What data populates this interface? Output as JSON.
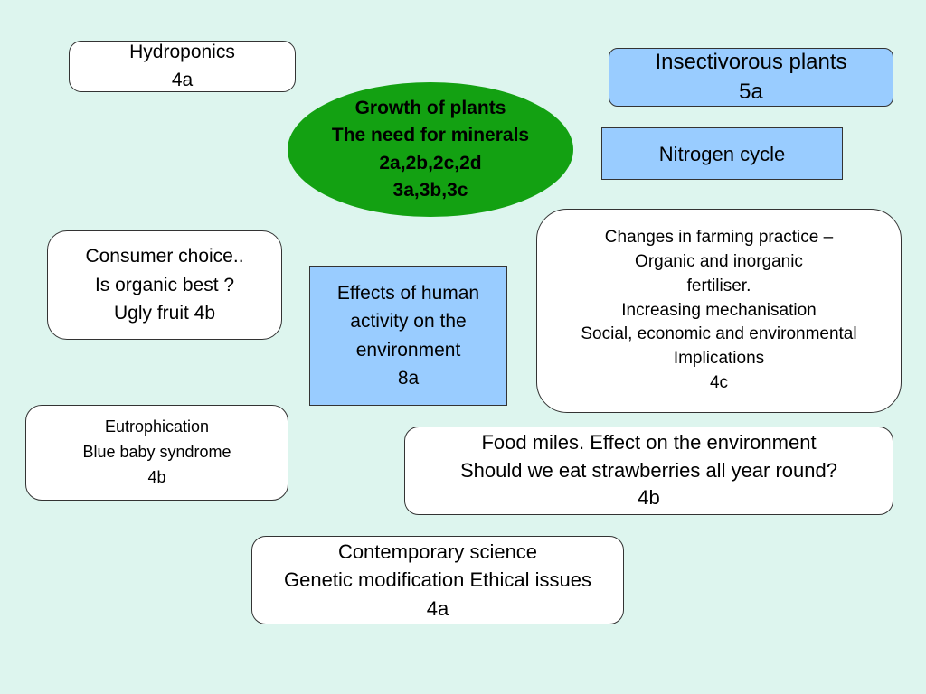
{
  "background_color": "#ddf5ee",
  "nodes": {
    "hydroponics": {
      "lines": [
        "Hydroponics",
        "4a"
      ]
    },
    "insectivorous": {
      "lines": [
        "Insectivorous plants",
        "5a"
      ]
    },
    "growth": {
      "lines": [
        "Growth of plants",
        "The need for minerals",
        "2a,2b,2c,2d",
        "3a,3b,3c"
      ]
    },
    "nitrogen": {
      "lines": [
        "Nitrogen cycle"
      ]
    },
    "consumer": {
      "lines": [
        "Consumer choice..",
        "Is organic best ?",
        "Ugly fruit  4b"
      ]
    },
    "effects": {
      "lines": [
        "Effects of human",
        "activity on the",
        "environment",
        "8a"
      ]
    },
    "farming": {
      "lines": [
        "Changes in farming practice –",
        "Organic and inorganic",
        "fertiliser.",
        "Increasing mechanisation",
        "Social, economic and environmental",
        "Implications",
        "4c"
      ]
    },
    "eutrophication": {
      "lines": [
        "Eutrophication",
        "Blue baby syndrome",
        "4b"
      ]
    },
    "food_miles": {
      "lines": [
        "Food miles. Effect on the environment",
        "Should we eat strawberries all year round?",
        "4b"
      ]
    },
    "contemporary": {
      "lines": [
        "Contemporary science",
        "Genetic modification  Ethical issues",
        "4a"
      ]
    }
  },
  "colors": {
    "central_oval": "#13a112",
    "blue_box": "#99ccff",
    "white_box": "#ffffff"
  }
}
